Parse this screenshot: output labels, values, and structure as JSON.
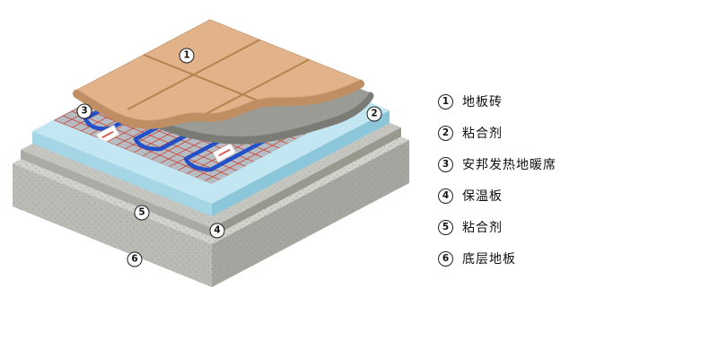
{
  "legend": {
    "items": [
      {
        "num": "1",
        "label": "地板砖"
      },
      {
        "num": "2",
        "label": "粘合剂"
      },
      {
        "num": "3",
        "label": "安邦发热地暖席"
      },
      {
        "num": "4",
        "label": "保温板"
      },
      {
        "num": "5",
        "label": "粘合剂"
      },
      {
        "num": "6",
        "label": "底层地板"
      }
    ]
  },
  "colors": {
    "tile_top": "#e2b38b",
    "tile_side": "#c08e63",
    "tile_grout": "#b3854e",
    "adhesive_top": "#9c9c96",
    "adhesive_side": "#7b7b75",
    "mat_base": "#b6bcc1",
    "mat_grid_red": "#cd2a1c",
    "cable_blue": "#2150c8",
    "tag_white": "#ffffff",
    "insulation_top": "#c3e7f2",
    "insulation_side_l": "#a4d6e6",
    "insulation_side_r": "#8cc6da",
    "thin_adhesive_top": "#c6c6c0",
    "thin_adhesive_side_l": "#ababa5",
    "thin_adhesive_side_r": "#98988f",
    "concrete_top": "#d2d2cc",
    "concrete_side_l": "#bbbbb5",
    "concrete_side_r": "#a6a6a0",
    "speckle": "#85857f"
  }
}
